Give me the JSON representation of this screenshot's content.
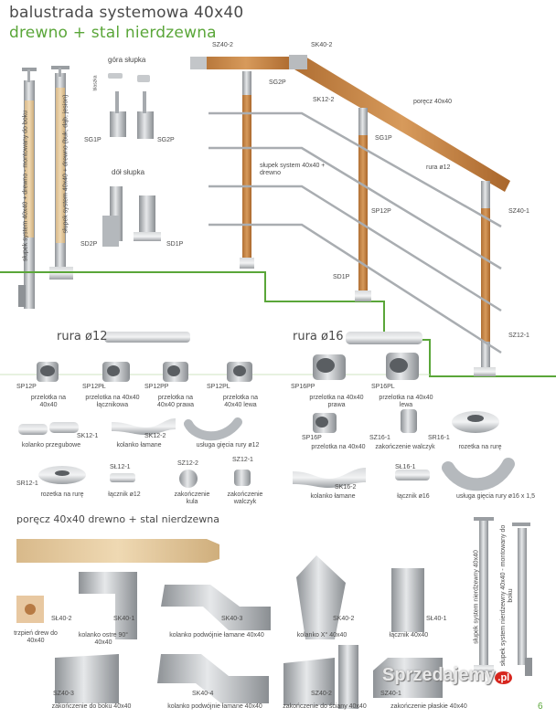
{
  "header": {
    "title_line1": "balustrada systemowa 40x40",
    "title_line2": "drewno + stal nierdzewna"
  },
  "left_posts": {
    "label_wall": "słupek system 40x40 + drewno - montowany do boku",
    "label_wood": "słupek system 40x40 + drewno (buk, dąb, jesion)"
  },
  "post_top": {
    "heading": "góra słupka",
    "blaszka": "blaszka",
    "items": [
      "SG1P",
      "SG2P"
    ]
  },
  "post_bottom": {
    "heading": "dół słupka",
    "items": [
      "SD2P",
      "SD1P"
    ]
  },
  "railing_callouts": {
    "sz40_2": "SZ40-2",
    "sk40_2": "SK40-2",
    "sg2p": "SG2P",
    "sk12_2": "SK12-2",
    "porecz": "poręcz 40x40",
    "sg1p": "SG1P",
    "slupek": "słupek system 40x40 + drewno",
    "rura12": "rura ø12",
    "sp12p": "SP12P",
    "sz40_1": "SZ40-1",
    "sd1p": "SD1P",
    "sz12_1": "SZ12-1"
  },
  "rura12": {
    "heading": "rura ø12",
    "row1": [
      {
        "code": "SP12P",
        "caption": "przelotka na 40x40"
      },
      {
        "code": "SP12PŁ",
        "caption": "przelotka na 40x40 łącznikowa"
      },
      {
        "code": "SP12PP",
        "caption": "przelotka na 40x40 prawa"
      },
      {
        "code": "SP12PL",
        "caption": "przelotka na 40x40 lewa"
      }
    ],
    "row2": [
      {
        "code": "SK12-1",
        "caption": "kolanko przegubowe"
      },
      {
        "code": "SK12-2",
        "caption": "kolanko łamane"
      },
      {
        "code": "",
        "caption": "usługa gięcia rury ø12"
      }
    ],
    "row3": [
      {
        "code": "SR12-1",
        "caption": "rozetka na rurę"
      },
      {
        "code": "SŁ12-1",
        "caption": "łącznik ø12"
      },
      {
        "code": "SZ12-2",
        "caption": "zakończenie kula"
      },
      {
        "code": "SZ12-1",
        "caption": "zakończenie walczyk"
      }
    ]
  },
  "rura16": {
    "heading": "rura ø16",
    "row1": [
      {
        "code": "SP16PP",
        "caption": "przelotka na 40x40 prawa"
      },
      {
        "code": "SP16PL",
        "caption": "przelotka na 40x40 lewa"
      }
    ],
    "row2": [
      {
        "code": "SP16P",
        "caption": "przelotka na 40x40"
      },
      {
        "code": "SZ16-1",
        "caption": "zakończenie walczyk"
      },
      {
        "code": "SR16-1",
        "caption": "rozetka na rurę"
      }
    ],
    "row3": [
      {
        "code": "SK16-2",
        "caption": "kolanko łamane"
      },
      {
        "code": "SŁ16-1",
        "caption": "łącznik ø16"
      },
      {
        "code": "",
        "caption": "usługa gięcia rury ø16 x 1,5"
      }
    ]
  },
  "porecz": {
    "heading": "poręcz 40x40 drewno + stal nierdzewna",
    "row1": [
      {
        "code": "SŁ40-2",
        "caption": "trzpień drew do 40x40"
      },
      {
        "code": "SK40-1",
        "caption": "kolanko ostre 90° 40x40"
      },
      {
        "code": "SK40-3",
        "caption": "kolanko podwójnie łamane 40x40"
      },
      {
        "code": "SK40-2",
        "caption": "kolanko X° 40x40"
      },
      {
        "code": "SŁ40-1",
        "caption": "łącznik 40x40"
      }
    ],
    "row2": [
      {
        "code": "SZ40-3",
        "caption": "zakończenie do boku 40x40"
      },
      {
        "code": "SK40-4",
        "caption": "kolanko podwójnie łamane 40x40"
      },
      {
        "code": "SZ40-2",
        "caption": "zakończenie do ściany 40x40"
      },
      {
        "code": "SZ40-1",
        "caption": "zakończenie płaskie 40x40"
      }
    ],
    "right_posts": {
      "label_a": "słupek system nierdzewny 40x40",
      "label_b": "słupek system nierdzewny 40x40 - montowany do boku"
    }
  },
  "footer": {
    "brand": "Sprzedajemy",
    "brand_tld": ".pl",
    "page_number": "6"
  },
  "colors": {
    "accent_green": "#5aa639",
    "wood": "#c98a4b",
    "steel": "#b9bcbf"
  }
}
